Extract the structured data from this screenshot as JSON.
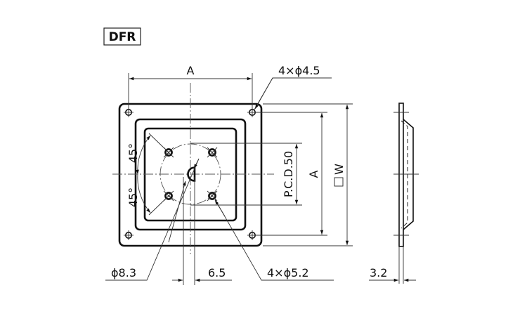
{
  "drawing": {
    "model_tag": "DFR",
    "front_view": {
      "dimension_labels": {
        "hole_spacing": "A",
        "mounting_holes": "4×ϕ4.5",
        "pcd": "P.C.D.50",
        "hole_spacing_vertical": "A",
        "outer_size": "W",
        "angle_upper": "45°",
        "angle_lower": "45°",
        "center_hole": "ϕ8.3",
        "flat_width": "6.5",
        "pcd_holes": "4×ϕ5.2"
      }
    },
    "side_view": {
      "dimension_labels": {
        "thickness": "3.2"
      }
    },
    "colors": {
      "line": "#111111",
      "text": "#111111",
      "background": "#ffffff"
    }
  }
}
